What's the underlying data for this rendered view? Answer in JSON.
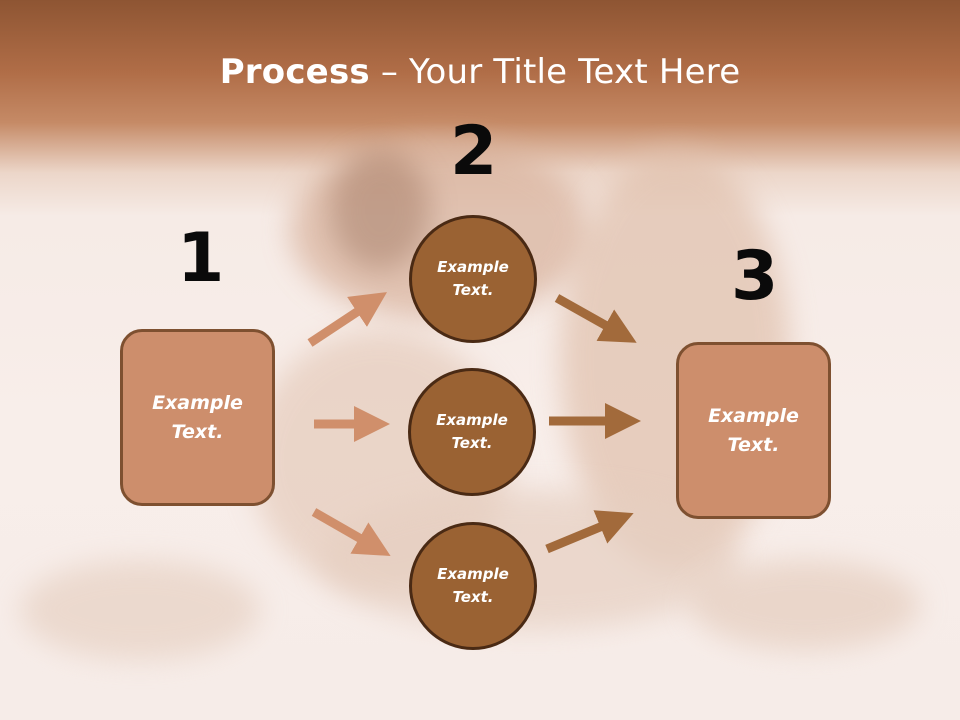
{
  "title": {
    "bold": "Process",
    "rest": " – Your Title Text Here"
  },
  "steps": [
    {
      "number": "1",
      "text_line1": "Example",
      "text_line2": "Text."
    },
    {
      "number": "2",
      "circles": [
        {
          "text_line1": "Example",
          "text_line2": "Text."
        },
        {
          "text_line1": "Example",
          "text_line2": "Text."
        },
        {
          "text_line1": "Example",
          "text_line2": "Text."
        }
      ]
    },
    {
      "number": "3",
      "text_line1": "Example",
      "text_line2": "Text."
    }
  ],
  "colors": {
    "box_fill": "#cd8e6c",
    "circle_fill": "#9a6233",
    "arrow_light": "#d08f6b",
    "arrow_dark": "#a26a3b"
  }
}
